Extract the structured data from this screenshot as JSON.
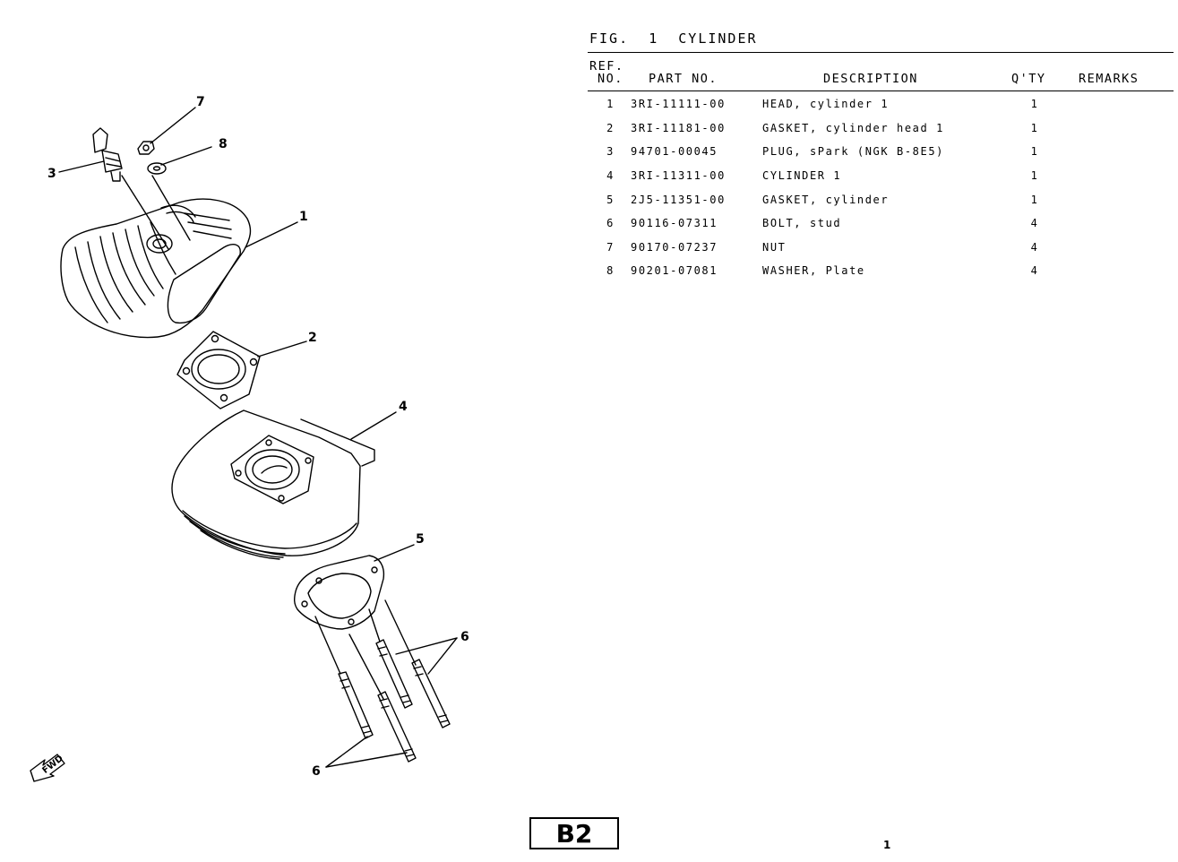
{
  "figure": {
    "label": "FIG.",
    "number": "1",
    "name": "CYLINDER"
  },
  "table": {
    "headers": {
      "ref_line1": "REF.",
      "ref_line2": "NO.",
      "part_no": "PART NO.",
      "description": "DESCRIPTION",
      "qty": "Q'TY",
      "remarks": "REMARKS"
    },
    "rows": [
      {
        "ref": "1",
        "part_no": "3RI-11111-00",
        "description": "HEAD, cylinder 1",
        "qty": "1",
        "remarks": ""
      },
      {
        "ref": "2",
        "part_no": "3RI-11181-00",
        "description": "GASKET, cylinder head 1",
        "qty": "1",
        "remarks": ""
      },
      {
        "ref": "3",
        "part_no": "94701-00045",
        "description": "PLUG, sPark (NGK B-8E5)",
        "qty": "1",
        "remarks": ""
      },
      {
        "ref": "4",
        "part_no": "3RI-11311-00",
        "description": "CYLINDER 1",
        "qty": "1",
        "remarks": ""
      },
      {
        "ref": "5",
        "part_no": "2J5-11351-00",
        "description": "GASKET, cylinder",
        "qty": "1",
        "remarks": ""
      },
      {
        "ref": "6",
        "part_no": "90116-07311",
        "description": "BOLT, stud",
        "qty": "4",
        "remarks": ""
      },
      {
        "ref": "7",
        "part_no": "90170-07237",
        "description": "NUT",
        "qty": "4",
        "remarks": ""
      },
      {
        "ref": "8",
        "part_no": "90201-07081",
        "description": "WASHER, Plate",
        "qty": "4",
        "remarks": ""
      }
    ]
  },
  "diagram": {
    "callouts": [
      "1",
      "2",
      "3",
      "4",
      "5",
      "6",
      "6",
      "7",
      "8"
    ],
    "fwd_label": "FWD"
  },
  "footer": {
    "badge": "B2",
    "page_number": "1"
  }
}
